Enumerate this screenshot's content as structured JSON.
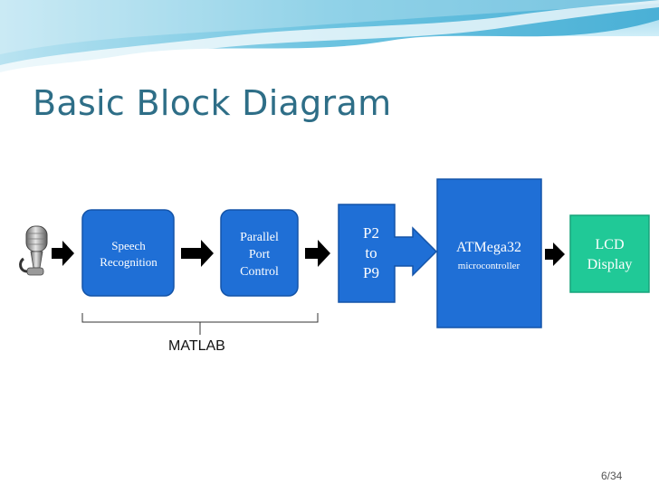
{
  "slide": {
    "title": "Basic Block Diagram",
    "page": "6/34",
    "group_label": "MATLAB"
  },
  "colors": {
    "title": "#2e6e87",
    "block_blue": "#1f6fd6",
    "block_border": "#1454a8",
    "lcd_green": "#20c997",
    "arrow": "#000000",
    "header_wave": "#57b8d8"
  },
  "diagram": {
    "nodes": [
      {
        "id": "microphone",
        "label_lines": [],
        "icon": "microphone-icon"
      },
      {
        "id": "speech-recognition",
        "label_lines": [
          "Speech",
          "Recognition"
        ]
      },
      {
        "id": "parallel-port-control",
        "label_lines": [
          "Parallel",
          "Port",
          "Control"
        ]
      },
      {
        "id": "p2-to-p9",
        "label_lines": [
          "P2",
          "to",
          "P9"
        ]
      },
      {
        "id": "atmega32",
        "label_lines": [
          "ATMega32",
          "microcontroller"
        ]
      },
      {
        "id": "lcd-display",
        "label_lines": [
          "LCD",
          "Display"
        ]
      }
    ],
    "edges": [
      {
        "from": "microphone",
        "to": "speech-recognition"
      },
      {
        "from": "speech-recognition",
        "to": "parallel-port-control"
      },
      {
        "from": "parallel-port-control",
        "to": "p2-to-p9"
      },
      {
        "from": "p2-to-p9",
        "to": "atmega32"
      },
      {
        "from": "atmega32",
        "to": "lcd-display"
      }
    ],
    "group": {
      "members": [
        "speech-recognition",
        "parallel-port-control"
      ],
      "label": "MATLAB"
    }
  }
}
